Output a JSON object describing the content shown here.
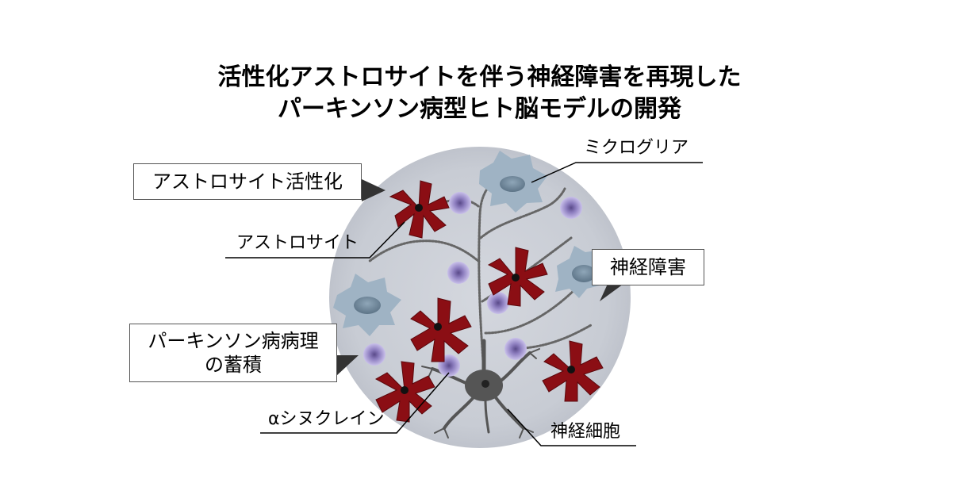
{
  "title": {
    "line1": "活性化アストロサイトを伴う神経障害を再現した",
    "line2": "パーキンソン病型ヒト脳モデルの開発"
  },
  "callouts": {
    "astrocyte_activation": "アストロサイト活性化",
    "parkinson_pathology_line1": "パーキンソン病病理",
    "parkinson_pathology_line2": "の蓄積",
    "neural_damage": "神経障害"
  },
  "labels": {
    "microglia": "ミクログリア",
    "astrocyte": "アストロサイト",
    "alpha_synuclein": "αシヌクレイン",
    "neuron": "神経細胞"
  },
  "colors": {
    "sphere": "#cdd0d8",
    "astrocyte": "#8b0e14",
    "microglia": "#9fb3c4",
    "synuclein": "#8e7fc0",
    "neuron": "#555555"
  }
}
